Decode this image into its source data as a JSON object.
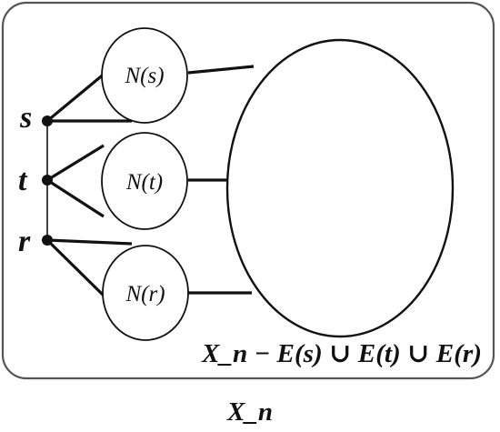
{
  "vertices": [
    {
      "id": "s",
      "label": "s"
    },
    {
      "id": "t",
      "label": "t"
    },
    {
      "id": "r",
      "label": "r"
    }
  ],
  "neighborhoods": [
    {
      "id": "s",
      "label": "N(s)"
    },
    {
      "id": "t",
      "label": "N(t)"
    },
    {
      "id": "r",
      "label": "N(r)"
    }
  ],
  "remainder_label": "X_n − E(s) ∪ E(t) ∪ E(r)",
  "frame_label": "X_n",
  "colors": {
    "stroke": "#111111",
    "frame": "#555555",
    "background": "#ffffff"
  }
}
